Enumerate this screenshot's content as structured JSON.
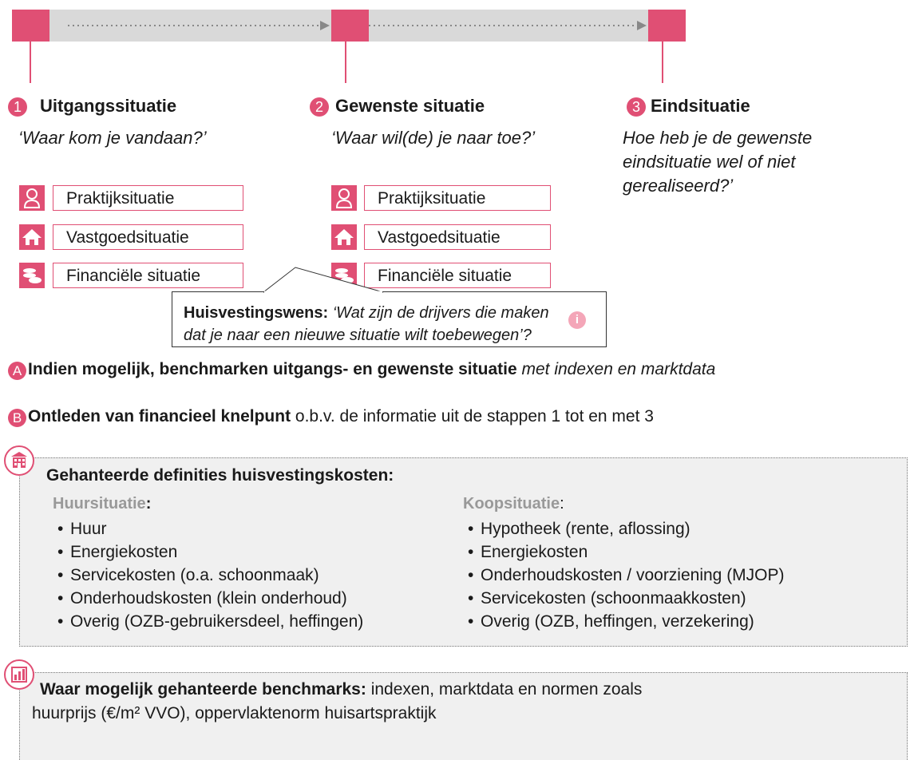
{
  "steps": [
    {
      "num": "1",
      "title": "Uitgangssituatie",
      "question": "‘Waar kom je vandaan?’"
    },
    {
      "num": "2",
      "title": "Gewenste situatie",
      "question": "‘Waar wil(de) je naar toe?’"
    },
    {
      "num": "3",
      "title": "Eindsituatie",
      "question": "Hoe heb je de gewenste eindsituatie wel of niet gerealiseerd?’"
    }
  ],
  "situations": [
    {
      "label": "Praktijksituatie",
      "icon": "doctor-icon"
    },
    {
      "label": "Vastgoedsituatie",
      "icon": "house-icon"
    },
    {
      "label": "Financiële situatie",
      "icon": "coins-icon"
    }
  ],
  "callout": {
    "bold": "Huisvestingswens:",
    "italic": " ‘Wat zijn de drijvers die maken dat je naar een nieuwe situatie wilt toebewegen’?",
    "icon": "info-icon"
  },
  "rowA": {
    "letter": "A",
    "bold": "Indien mogelijk, benchmarken uitgangs- en gewenste situatie",
    "italic": " met indexen en marktdata"
  },
  "rowB": {
    "letter": "B",
    "bold": "Ontleden van financieel knelpunt",
    "normal": " o.b.v. de informatie uit de stappen 1 tot en met 3"
  },
  "definitions": {
    "title": "Gehanteerde definities huisvestingskosten:",
    "huur": {
      "heading": "Huursituatie",
      "suffix": ":",
      "items": [
        "Huur",
        "Energiekosten",
        "Servicekosten (o.a. schoonmaak)",
        "Onderhoudskosten (klein onderhoud)",
        "Overig (OZB-gebruikersdeel, heffingen)"
      ]
    },
    "koop": {
      "heading": "Koopsituatie",
      "suffix": ":",
      "items": [
        "Hypotheek (rente, aflossing)",
        "Energiekosten",
        "Onderhoudskosten / voorziening (MJOP)",
        "Servicekosten (schoonmaakkosten)",
        "Overig (OZB, heffingen, verzekering)"
      ]
    }
  },
  "benchmarks": {
    "bold": "Waar mogelijk gehanteerde benchmarks:",
    "text_line1": " indexen, marktdata en normen zoals",
    "text_line2": "huurprijs (€/m² VVO), oppervlaktenorm huisartspraktijk"
  },
  "colors": {
    "accent": "#e04f74",
    "track": "#d9d9d9",
    "panel": "#f0f0f0",
    "muted": "#999999"
  }
}
